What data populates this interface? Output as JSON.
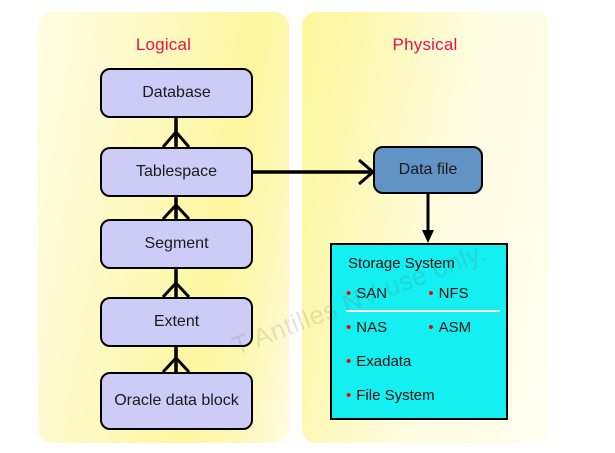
{
  "diagram": {
    "panels": [
      {
        "id": "logical",
        "title": "Logical"
      },
      {
        "id": "physical",
        "title": "Physical"
      }
    ],
    "logical_nodes": [
      {
        "id": "database",
        "label": "Database"
      },
      {
        "id": "tablespace",
        "label": "Tablespace"
      },
      {
        "id": "segment",
        "label": "Segment"
      },
      {
        "id": "extent",
        "label": "Extent"
      },
      {
        "id": "oracle-data-block",
        "label": "Oracle data block"
      }
    ],
    "physical_nodes": [
      {
        "id": "data-file",
        "label": "Data file"
      }
    ],
    "storage": {
      "title": "Storage System",
      "rows": [
        {
          "left": "SAN",
          "right": "NFS"
        },
        {
          "left": "NAS",
          "right": "ASM"
        },
        {
          "left": "Exadata",
          "right": ""
        },
        {
          "left": "File System",
          "right": ""
        }
      ]
    },
    "watermark": "T Antilles NV use only.",
    "colors": {
      "panel_yellow": "#fdf79f",
      "logical_node_fill": "#ccccf7",
      "physical_node_fill": "#6193c4",
      "storage_fill": "#14eff1",
      "panel_title": "#e6124b",
      "bullet_red": "#f00000",
      "stroke": "#000000"
    }
  }
}
